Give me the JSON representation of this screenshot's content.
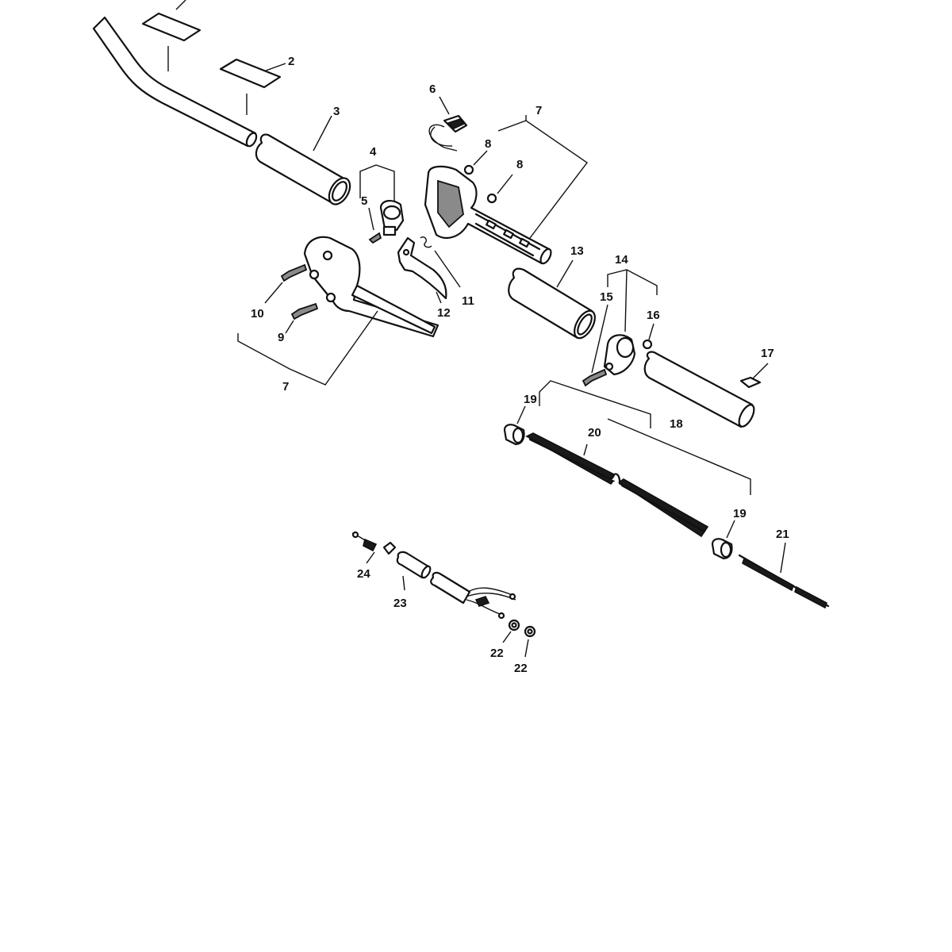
{
  "diagram": {
    "callouts": [
      {
        "id": "c2",
        "label": "2"
      },
      {
        "id": "c3",
        "label": "3"
      },
      {
        "id": "c4",
        "label": "4"
      },
      {
        "id": "c5",
        "label": "5"
      },
      {
        "id": "c6",
        "label": "6"
      },
      {
        "id": "c7a",
        "label": "7"
      },
      {
        "id": "c8a",
        "label": "8"
      },
      {
        "id": "c8b",
        "label": "8"
      },
      {
        "id": "c9",
        "label": "9"
      },
      {
        "id": "c10",
        "label": "10"
      },
      {
        "id": "c11",
        "label": "11"
      },
      {
        "id": "c12",
        "label": "12"
      },
      {
        "id": "c13",
        "label": "13"
      },
      {
        "id": "c14",
        "label": "14"
      },
      {
        "id": "c15",
        "label": "15"
      },
      {
        "id": "c16",
        "label": "16"
      },
      {
        "id": "c17",
        "label": "17"
      },
      {
        "id": "c18",
        "label": "18"
      },
      {
        "id": "c19a",
        "label": "19"
      },
      {
        "id": "c19b",
        "label": "19"
      },
      {
        "id": "c20",
        "label": "20"
      },
      {
        "id": "c21",
        "label": "21"
      },
      {
        "id": "c22a",
        "label": "22"
      },
      {
        "id": "c22b",
        "label": "22"
      },
      {
        "id": "c23",
        "label": "23"
      },
      {
        "id": "c24",
        "label": "24"
      },
      {
        "id": "c7b",
        "label": "7"
      }
    ]
  }
}
